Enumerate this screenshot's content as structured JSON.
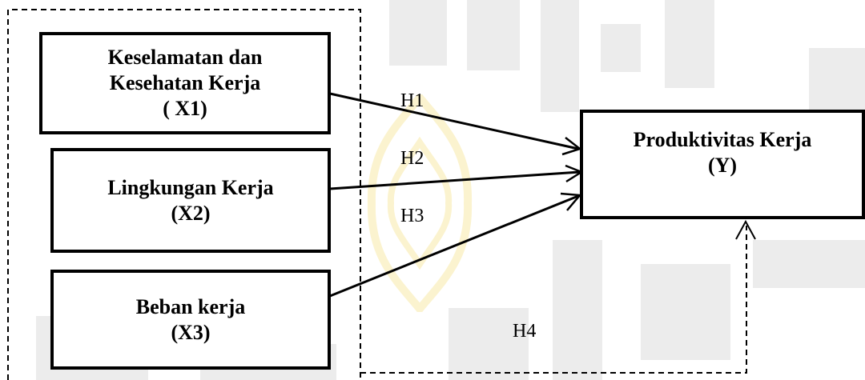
{
  "boxes": {
    "x1": {
      "line1": "Keselamatan dan",
      "line2": "Kesehatan Kerja",
      "line3": "( X1)"
    },
    "x2": {
      "line1": "Lingkungan Kerja",
      "line2": "(X2)"
    },
    "x3": {
      "line1": "Beban kerja",
      "line2": "(X3)"
    },
    "y": {
      "line1": "Produktivitas Kerja",
      "line2": "(Y)"
    }
  },
  "hypotheses": [
    "H1",
    "H2",
    "H3",
    "H4"
  ],
  "colors": {
    "line": "#000000",
    "watermark": "#ececec",
    "watermark_accent": "#fbf3cf"
  }
}
